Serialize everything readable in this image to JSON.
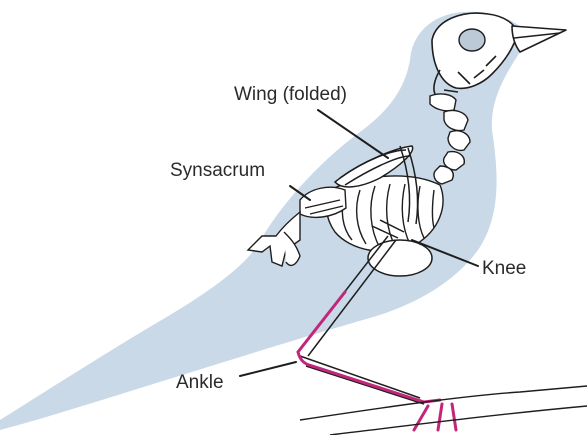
{
  "labels": {
    "wing": "Wing (folded)",
    "synsacrum": "Synsacrum",
    "knee": "Knee",
    "ankle": "Ankle"
  },
  "colors": {
    "silhouette": "#c9d9e8",
    "bone_outline": "#1e1e1e",
    "highlight": "#c2267a",
    "eye": "#bcc9d6"
  }
}
